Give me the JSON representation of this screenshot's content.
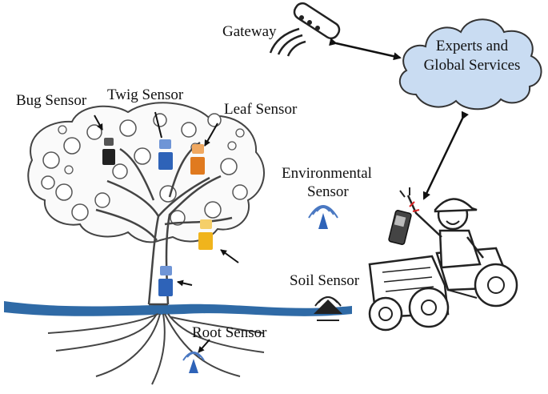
{
  "labels": {
    "gateway": "Gateway",
    "bug_sensor": "Bug Sensor",
    "twig_sensor": "Twig Sensor",
    "leaf_sensor": "Leaf Sensor",
    "environmental_sensor_line1": "Environmental",
    "environmental_sensor_line2": "Sensor",
    "soil_sensor": "Soil Sensor",
    "root_sensor": "Root Sensor",
    "cloud_line1": "Experts and",
    "cloud_line2": "Global Services"
  },
  "colors": {
    "ground_band": "#2f6aa6",
    "cloud_fill": "#c9dcf2",
    "cloud_stroke": "#333333",
    "sensor_blue": "#2e63b8",
    "sensor_orange": "#e07a1f",
    "sensor_yellow": "#f0b41c",
    "sensor_black": "#222222",
    "line": "#222222"
  },
  "icons": [
    "gateway-device-icon",
    "wifi-signal-icon",
    "tractor-icon",
    "farmer-icon",
    "phone-icon",
    "tree-icon",
    "cloud-icon"
  ]
}
